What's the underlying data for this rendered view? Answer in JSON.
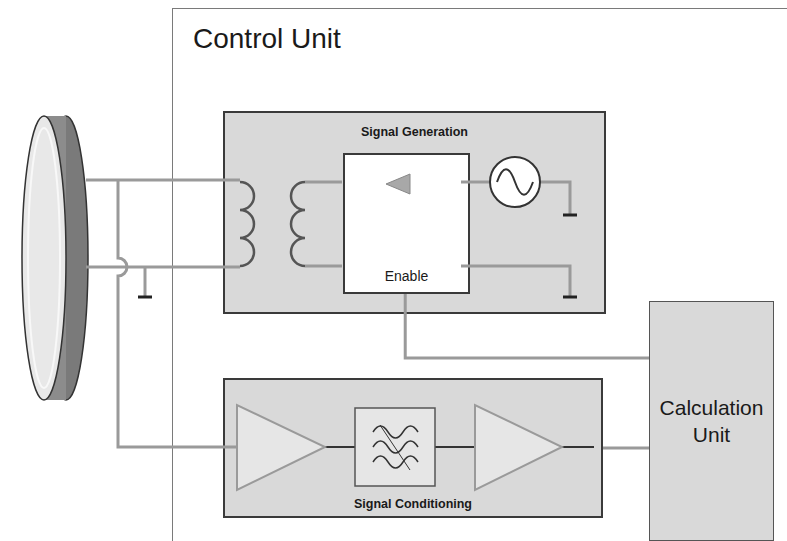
{
  "diagram": {
    "nodes": [
      {
        "text": [
          "Control Unit"
        ]
      },
      {
        "text": [
          "Signal Generation"
        ],
        "in": 0
      },
      {
        "text": [
          "Enable"
        ],
        "in": 1
      },
      {
        "text": [
          "Signal Conditioning"
        ],
        "in": 0
      },
      {
        "text": [
          "Calculation Unit"
        ],
        "in": 0
      }
    ],
    "edges": [
      {
        "from": 2,
        "to": 4,
        "arrow": "none"
      },
      {
        "from": 3,
        "to": 4,
        "arrow": "none"
      }
    ]
  }
}
